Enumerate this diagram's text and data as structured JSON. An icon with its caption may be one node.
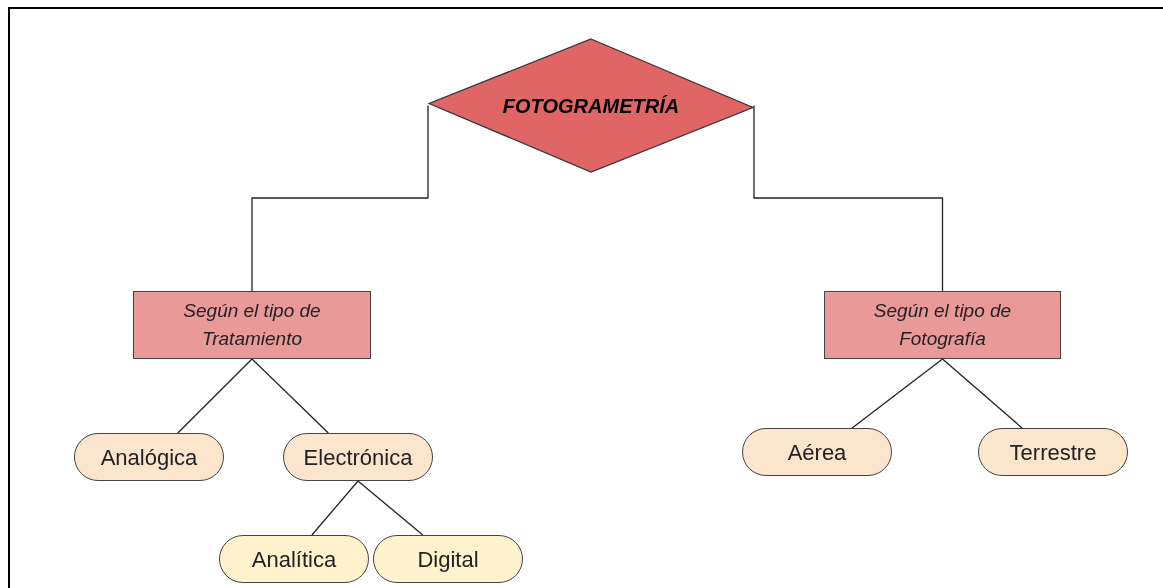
{
  "diagram": {
    "nodes": [
      {
        "text": [
          "FOTOGRAMETRÍA"
        ]
      },
      {
        "text": [
          "Según el tipo de Tratamiento"
        ]
      },
      {
        "text": [
          "Según el tipo de Fotografía"
        ]
      },
      {
        "text": [
          "Analógica"
        ]
      },
      {
        "text": [
          "Electrónica"
        ]
      },
      {
        "text": [
          "Analítica"
        ]
      },
      {
        "text": [
          "Digital"
        ]
      },
      {
        "text": [
          "Aérea"
        ]
      },
      {
        "text": [
          "Terrestre"
        ]
      }
    ],
    "edges": [
      {
        "from": 0,
        "to": 1,
        "arrow": "none"
      },
      {
        "from": 0,
        "to": 2,
        "arrow": "none"
      },
      {
        "from": 1,
        "to": 3,
        "arrow": "none"
      },
      {
        "from": 1,
        "to": 4,
        "arrow": "none"
      },
      {
        "from": 4,
        "to": 5,
        "arrow": "none"
      },
      {
        "from": 4,
        "to": 6,
        "arrow": "none"
      },
      {
        "from": 2,
        "to": 7,
        "arrow": "none"
      },
      {
        "from": 2,
        "to": 8,
        "arrow": "none"
      }
    ]
  }
}
